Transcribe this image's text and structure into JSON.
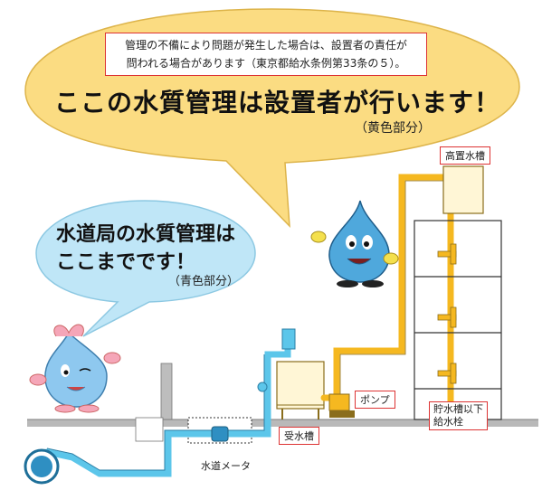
{
  "speech_yellow": {
    "note_line1": "管理の不備により問題が発生した場合は、設置者の責任が",
    "note_line2": "問われる場合があります（東京都給水条例第33条の５）。",
    "headline": "ここの水質管理は設置者が行います！",
    "part_label": "（黄色部分）"
  },
  "speech_blue": {
    "line1": "水道局の水質管理は",
    "line2": "ここまでです！",
    "part_label": "（青色部分）"
  },
  "labels": {
    "elevated_tank": "高置水槽",
    "pump": "ポンプ",
    "receiving_tank": "受水槽",
    "water_meter": "水道メータ",
    "below_tank_line1": "貯水槽以下",
    "below_tank_line2": "給水栓"
  },
  "colors": {
    "yellow_bubble": "#fbdc82",
    "blue_bubble": "#bfe6f7",
    "yellow_pipe": "#f5b820",
    "blue_pipe": "#5cc6ea",
    "label_border": "#dd3333",
    "ground": "#999999"
  },
  "icons": [
    "water-drop-mascot-blue",
    "water-drop-mascot-pink",
    "faucet-icon",
    "water-main-pipe-icon"
  ]
}
